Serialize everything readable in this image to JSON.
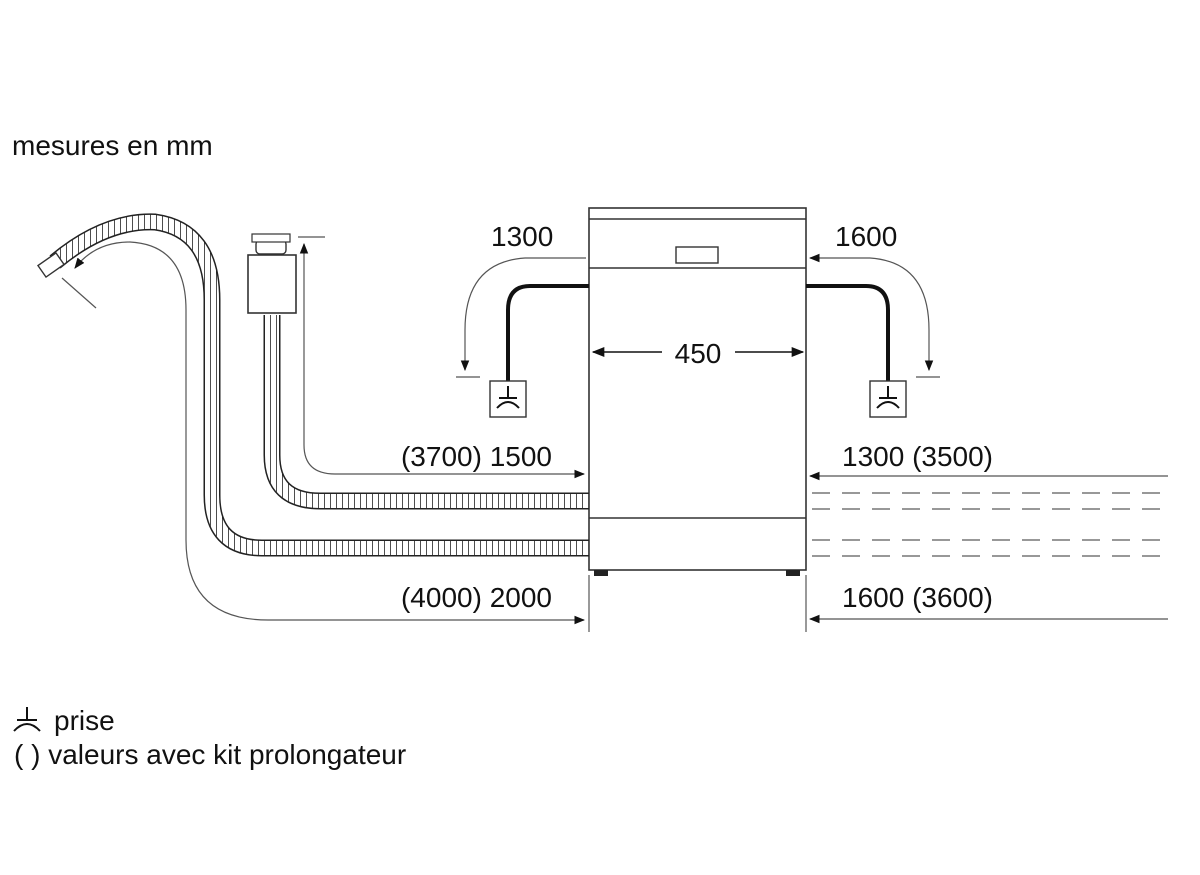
{
  "units_note": "mesures en mm",
  "dimensions": {
    "width": "450",
    "power_left": "1300",
    "power_right": "1600",
    "inlet_left": "(3700) 1500",
    "inlet_right": "1300 (3500)",
    "drain_left": "(4000) 2000",
    "drain_right": "1600 (3600)"
  },
  "legend": {
    "socket_icon": "socket-icon",
    "socket_label": "prise",
    "parentheses_symbol": "( )",
    "extension_label": "valeurs avec kit prolongateur"
  }
}
